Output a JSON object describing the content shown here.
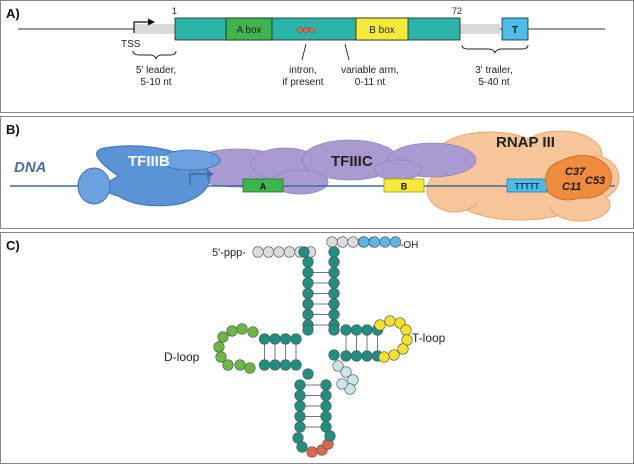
{
  "colors": {
    "teal": "#1aa59b",
    "teal_dark": "#0e7f77",
    "gene_box": "#2ab5a8",
    "a_box": "#3cb54a",
    "b_box": "#f5ea3a",
    "t_box": "#4bbde8",
    "gray_flank": "#d9d9d9",
    "intron": "#e0694d",
    "tfiiib": "#5a93d6",
    "tfiiic": "#a99bd1",
    "rnap": "#f7c59a",
    "rnap_sub": "#ef8b3c",
    "dna_text": "#4a6ea9",
    "nt_teal": "#1f8f82",
    "nt_green": "#6ab843",
    "nt_yellow": "#f2e32a",
    "nt_orange": "#e0694d",
    "nt_gray": "#dcdcdc",
    "nt_blue": "#5bb6e3",
    "nt_light": "#c7e7ea"
  },
  "panel_a": {
    "label": "A)",
    "pos_start": "1",
    "pos_end": "72",
    "tss": "TSS",
    "a_box": "A box",
    "b_box": "B box",
    "t_box": "T",
    "leader_line1": "5' leader,",
    "leader_line2": "5-10 nt",
    "intron_line1": "intron,",
    "intron_line2": "if present",
    "variable_line1": "variable arm,",
    "variable_line2": "0-11 nt",
    "trailer_line1": "3' trailer,",
    "trailer_line2": "5-40 nt"
  },
  "panel_b": {
    "label": "B)",
    "dna": "DNA",
    "tfiiib": "TFIIIB",
    "tfiiic": "TFIIIC",
    "rnap": "RNAP III",
    "c37": "C37",
    "c11": "C11",
    "c53": "C53",
    "a": "A",
    "b": "B",
    "t": "TTTTT"
  },
  "panel_c": {
    "label": "C)",
    "five_prime": "5'-ppp-",
    "three_prime": "-OH",
    "d_loop": "D-loop",
    "t_loop": "T-loop"
  }
}
